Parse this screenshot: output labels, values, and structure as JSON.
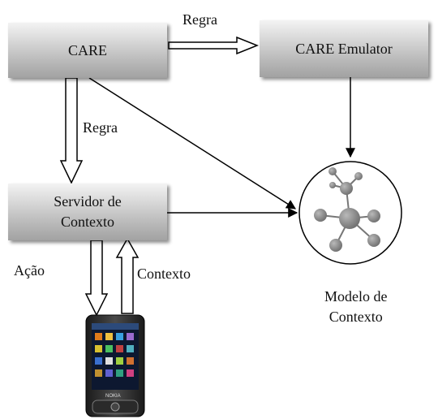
{
  "nodes": {
    "care": "CARE",
    "care_emulator": "CARE Emulator",
    "servidor_line1": "Servidor de",
    "servidor_line2": "Contexto"
  },
  "edge_labels": {
    "regra_top": "Regra",
    "regra_side": "Regra",
    "acao": "Ação",
    "contexto": "Contexto"
  },
  "context_model": {
    "label_line1": "Modelo de",
    "label_line2": "Contexto"
  },
  "colors": {
    "box_top": "#f3f3f3",
    "box_bottom": "#a2a2a2",
    "node_fill": "#8a8a8a",
    "arrow": "#000000"
  },
  "icons": {
    "device": "mobile-phone-icon",
    "graph": "context-graph-icon"
  }
}
